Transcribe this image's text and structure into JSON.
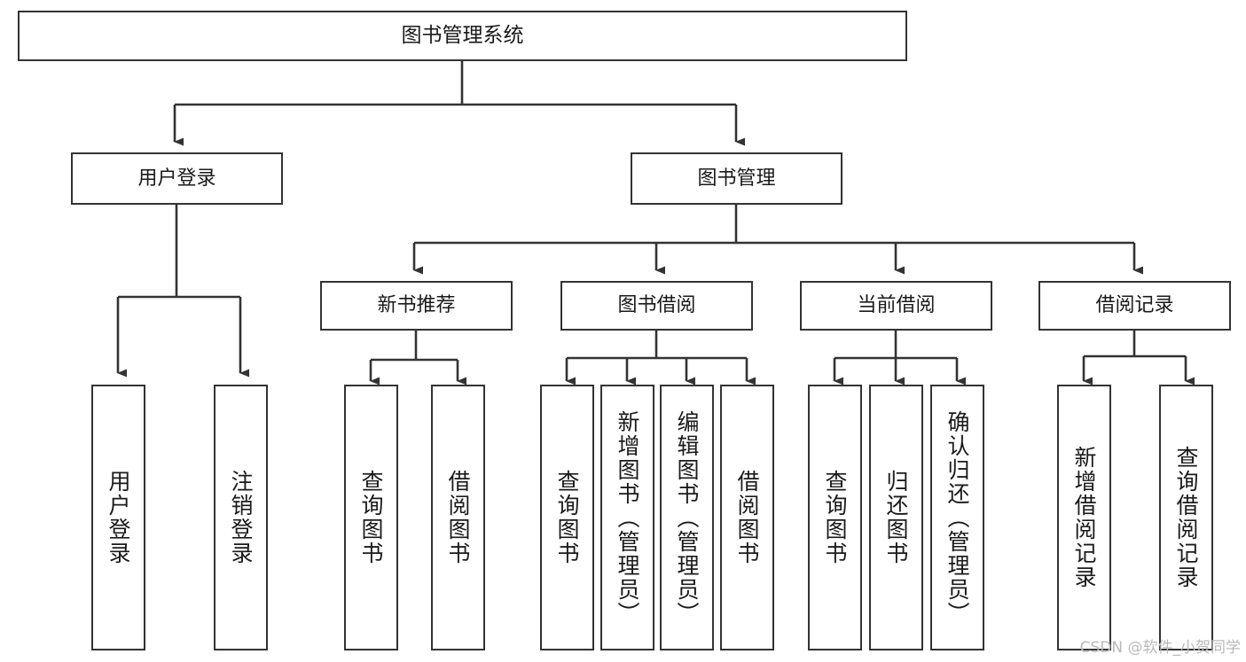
{
  "diagram": {
    "title": "图书管理系统",
    "type": "tree-hierarchy-diagram",
    "colors": {
      "box_border": "#333333",
      "box_fill": "#ffffff",
      "edge": "#333333",
      "text": "#1a1a1a",
      "watermark": "#b9b9b9"
    },
    "root": {
      "label": "图书管理系统"
    },
    "level2": [
      {
        "label": "用户登录"
      },
      {
        "label": "图书管理"
      }
    ],
    "level3": [
      {
        "label": "新书推荐"
      },
      {
        "label": "图书借阅"
      },
      {
        "label": "当前借阅"
      },
      {
        "label": "借阅记录"
      }
    ],
    "leaves": {
      "user_login": [
        {
          "label": "用户登录"
        },
        {
          "label": "注销登录"
        }
      ],
      "new_book": [
        {
          "label": "查询图书"
        },
        {
          "label": "借阅图书"
        }
      ],
      "book_borrow": [
        {
          "label": "查询图书"
        },
        {
          "label": "新增图书（管理员）"
        },
        {
          "label": "编辑图书（管理员）"
        },
        {
          "label": "借阅图书"
        }
      ],
      "current_borrow": [
        {
          "label": "查询图书"
        },
        {
          "label": "归还图书"
        },
        {
          "label": "确认归还（管理员）"
        }
      ],
      "borrow_record": [
        {
          "label": "新增借阅记录"
        },
        {
          "label": "查询借阅记录"
        }
      ]
    }
  },
  "watermark": {
    "text": "CSDN @软件_小贺同学"
  }
}
